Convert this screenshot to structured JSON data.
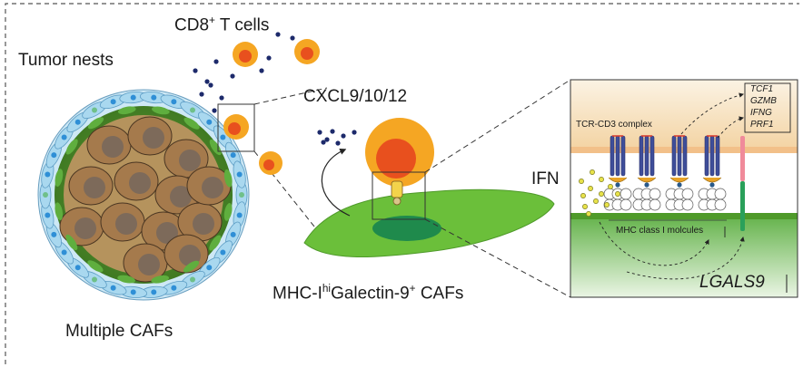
{
  "labels": {
    "cd8_main": "CD8",
    "cd8_sup": "+",
    "cd8_tail": " T cells",
    "tumor_nests": "Tumor nests",
    "cxcl": "CXCL9/10/12",
    "ifn": "IFN",
    "tcr_cd3": "TCR-CD3 complex",
    "mhc_class": "MHC class I molcules",
    "lgals9": "LGALS9",
    "caf_pre": "MHC-I",
    "caf_sup": "hi",
    "caf_post": "Galectin-9",
    "caf_sup2": "+",
    "caf_tail": " CAFs",
    "multiple_cafs": "Multiple CAFs"
  },
  "genes": [
    "TCF1",
    "GZMB",
    "IFNG",
    "PRF1"
  ],
  "colors": {
    "t_cell_outer": "#f5a623",
    "t_cell_inner": "#e8501e",
    "caf_body": "#6bbf3a",
    "caf_nucleus": "#1f8a4c",
    "tumor_cell": "#a57a4c",
    "tumor_nucleus": "#7d6a5a",
    "caf_blue": "#a9d8ef",
    "caf_blue_nucleus": "#2f8fd6",
    "chemokine": "#1d2a6b",
    "ifn_dot": "#e8e24a",
    "t_cell_membrane": "#f7e2c2",
    "caf_membrane": "#bfe0a3"
  }
}
